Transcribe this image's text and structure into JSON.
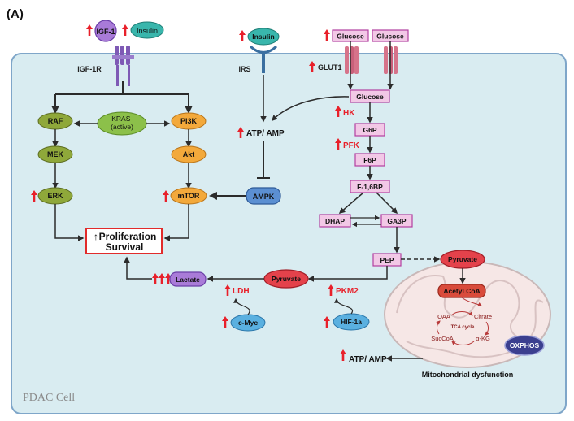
{
  "panel_label": "(A)",
  "cell_label": "PDAC Cell",
  "growth_factors": {
    "igf1": "IGF-1",
    "insulin_left": "Insulin",
    "insulin_center": "Insulin"
  },
  "receptors": {
    "igf1r": "IGF-1R",
    "irs": "IRS",
    "glut1": "GLUT1"
  },
  "glucose_extracellular": [
    "Glucose",
    "Glucose"
  ],
  "mapk_pathway": {
    "raf": "RAF",
    "mek": "MEK",
    "erk": "ERK",
    "kras": "KRAS\n(active)"
  },
  "pi3k_pathway": {
    "pi3k": "PI3K",
    "akt": "Akt",
    "mtor": "mTOR"
  },
  "energy": {
    "atp_amp_center": "ATP/ AMP",
    "ampk": "AMPK",
    "atp_amp_bottom": "ATP/ AMP"
  },
  "outcome": {
    "line1": "Proliferation",
    "line2": "Survival",
    "up_glyph": "↑"
  },
  "glycolysis": {
    "glucose": "Glucose",
    "hk": "HK",
    "g6p": "G6P",
    "pfk": "PFK",
    "f6p": "F6P",
    "f16bp": "F-1,6BP",
    "dhap": "DHAP",
    "ga3p": "GA3P",
    "pep": "PEP",
    "pkm2": "PKM2"
  },
  "fermentation": {
    "pyruvate": "Pyruvate",
    "ldh": "LDH",
    "lactate": "Lactate",
    "cmyc": "c-Myc",
    "hif1a": "HIF-1a"
  },
  "mitochondrion": {
    "pyruvate": "Pyruvate",
    "acetyl_coa": "Acetyl CoA",
    "tca_cycle": "TCA cycle",
    "oaa": "OAA",
    "citrate": "Citrate",
    "succoa": "SucCoA",
    "akg": "α-KG",
    "oxphos": "OXPHOS",
    "caption": "Mitochondrial dysfunction"
  },
  "colors": {
    "cell_fill": "#d9ecf1",
    "cell_border": "#7fa6c9",
    "olive_node": "#8fa83a",
    "orange_node": "#f3a93b",
    "green_node": "#8cc04a",
    "pink_box": "#f2c8e6",
    "magenta_border": "#b23fa0",
    "red_node": "#e4424b",
    "blue_node": "#5b8fd2",
    "teal": "#39b6ac",
    "purple_node": "#a97bd8",
    "up_arrow": "#e8202a",
    "mito_fill": "#f6e7e6"
  }
}
